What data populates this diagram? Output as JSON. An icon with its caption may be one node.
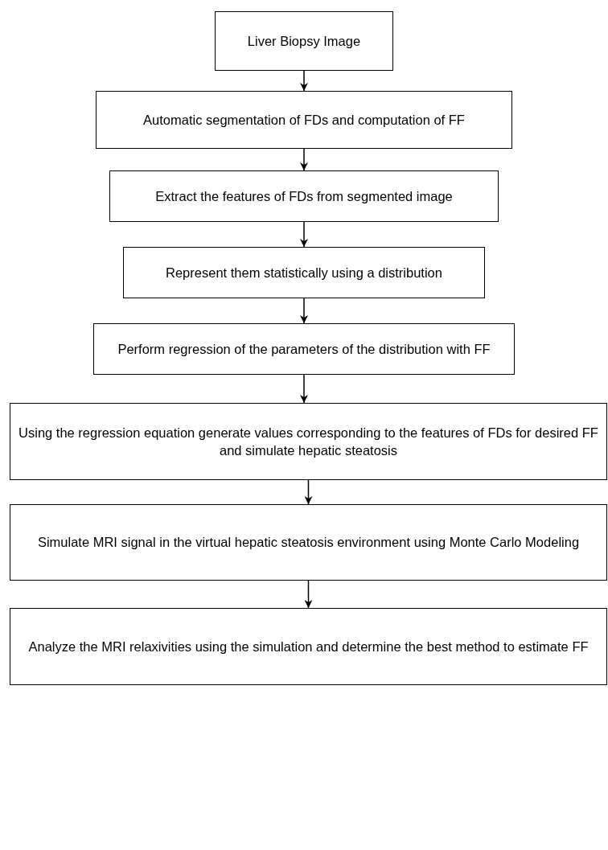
{
  "diagram": {
    "nodes": [
      {
        "text": [
          "Liver Biopsy Image"
        ]
      },
      {
        "text": [
          "Automatic segmentation of FDs and computation of FF"
        ]
      },
      {
        "text": [
          "Extract the features of FDs from segmented image"
        ]
      },
      {
        "text": [
          "Represent them statistically using a distribution"
        ]
      },
      {
        "text": [
          "Perform regression of the parameters of the distribution with FF"
        ]
      },
      {
        "text": [
          "Using the regression equation generate values corresponding to the features of FDs for desired FF and simulate hepatic steatosis"
        ]
      },
      {
        "text": [
          "Simulate MRI signal in the virtual hepatic steatosis environment using Monte Carlo Modeling"
        ]
      },
      {
        "text": [
          "Analyze the MRI relaxivities using the simulation and determine the best method to estimate FF"
        ]
      }
    ],
    "edges": [
      {
        "from": 0,
        "to": 1,
        "arrow": "to"
      },
      {
        "from": 1,
        "to": 2,
        "arrow": "to"
      },
      {
        "from": 2,
        "to": 3,
        "arrow": "to"
      },
      {
        "from": 3,
        "to": 4,
        "arrow": "to"
      },
      {
        "from": 4,
        "to": 5,
        "arrow": "to"
      },
      {
        "from": 5,
        "to": 6,
        "arrow": "to"
      },
      {
        "from": 6,
        "to": 7,
        "arrow": "to"
      }
    ]
  }
}
